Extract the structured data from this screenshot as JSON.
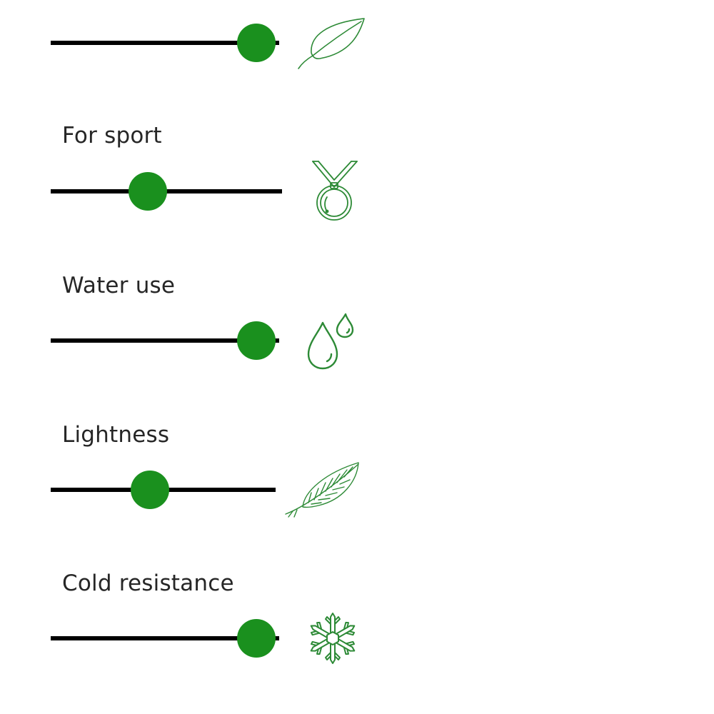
{
  "accent_color": "#1a901e",
  "track_color": "#000000",
  "attributes": [
    {
      "id": "eco",
      "label": "",
      "value": 0.9,
      "icon": "leaf-icon"
    },
    {
      "id": "sport",
      "label": "For sport",
      "value": 0.42,
      "icon": "medal-icon"
    },
    {
      "id": "water",
      "label": "Water use",
      "value": 0.9,
      "icon": "water-drops-icon"
    },
    {
      "id": "lightness",
      "label": "Lightness",
      "value": 0.44,
      "icon": "feather-icon"
    },
    {
      "id": "cold",
      "label": "Cold resistance",
      "value": 0.9,
      "icon": "snowflake-icon"
    }
  ]
}
